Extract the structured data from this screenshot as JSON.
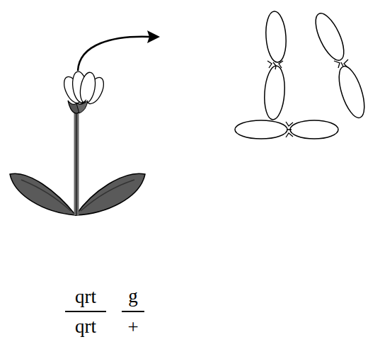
{
  "diagram": {
    "labels": [
      "qrt",
      "qrt",
      "g",
      "+"
    ]
  }
}
